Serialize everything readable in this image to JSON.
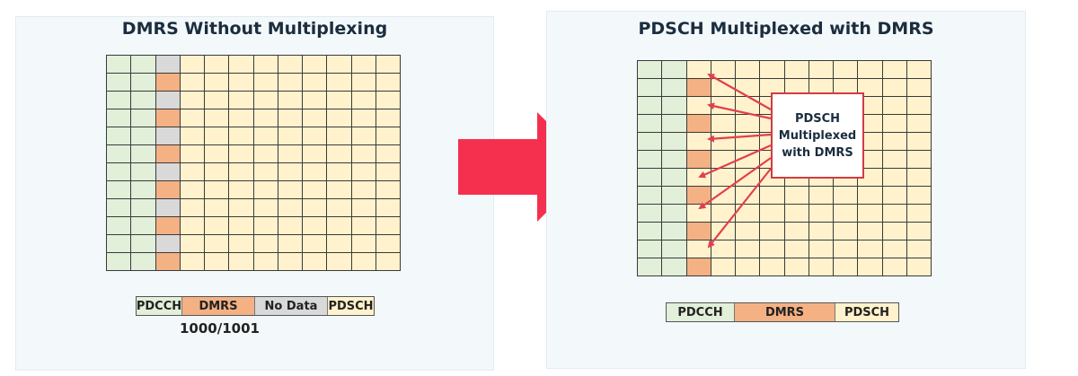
{
  "left_panel": {
    "title": "DMRS Without Multiplexing",
    "grid": {
      "rows": 12,
      "cols": 12,
      "pdcch_cols": 2,
      "dmrs_col": 3,
      "dmrs_pattern": [
        "nodata",
        "dmrs",
        "nodata",
        "dmrs",
        "nodata",
        "dmrs",
        "nodata",
        "dmrs",
        "nodata",
        "dmrs",
        "nodata",
        "dmrs"
      ]
    },
    "legend": [
      "PDCCH",
      "DMRS",
      "No Data",
      "PDSCH"
    ],
    "caption": "1000/1001"
  },
  "right_panel": {
    "title": "PDSCH Multiplexed with DMRS",
    "grid": {
      "rows": 12,
      "cols": 12,
      "pdcch_cols": 2,
      "dmrs_col": 3,
      "dmrs_pattern": [
        "pdsch",
        "dmrs",
        "pdsch",
        "dmrs",
        "pdsch",
        "dmrs",
        "pdsch",
        "dmrs",
        "pdsch",
        "dmrs",
        "pdsch",
        "dmrs"
      ]
    },
    "callout": [
      "PDSCH",
      "Multiplexed",
      "with DMRS"
    ],
    "legend": [
      "PDCCH",
      "DMRS",
      "PDSCH"
    ]
  },
  "colors": {
    "pdcch": "#e2efd9",
    "dmrs": "#f4b183",
    "no_data": "#d9d9d9",
    "pdsch": "#fff2cc",
    "arrow": "#f5304f",
    "callout_arrows": "#e0404e"
  }
}
